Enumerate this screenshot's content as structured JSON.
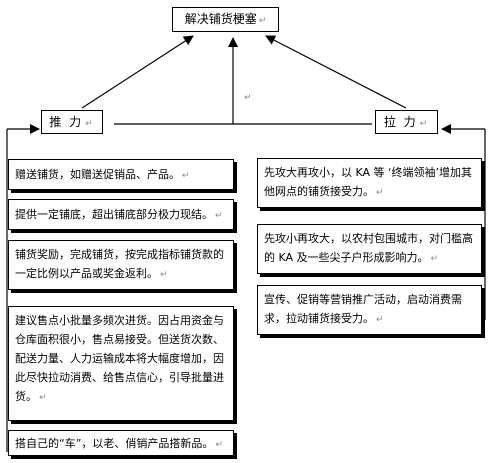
{
  "title": "解决铺货梗塞",
  "push": {
    "label": "推 力",
    "items": [
      "赠送铺货，如赠送促销品、产品。",
      "提供一定铺底，超出铺底部分极力现结。",
      "铺货奖励，完成铺货，按完成指标铺货款的一定比例以产品或奖金返利。",
      "建议售点小批量多频次进货。因占用资金与仓库面积很小，售点易接受。但送货次数、配送力量、人力运输成本将大幅度增加，因此尽快拉动消费、给售点信心，引导批量进货。",
      "搭自己的“车”，以老、俏销产品搭新品。"
    ]
  },
  "pull": {
    "label": "拉 力",
    "items": [
      "先攻大再攻小，以 KA 等 ‘终端领袖’增加其他网点的铺货接受力。",
      "先攻小再攻大，以农村包围城市，对门槛高的 KA 及一些尖子户形成影响力。",
      "宣传、促销等营销推广活动，启动消费需求，拉动铺货接受力。"
    ]
  },
  "mark": "↵"
}
